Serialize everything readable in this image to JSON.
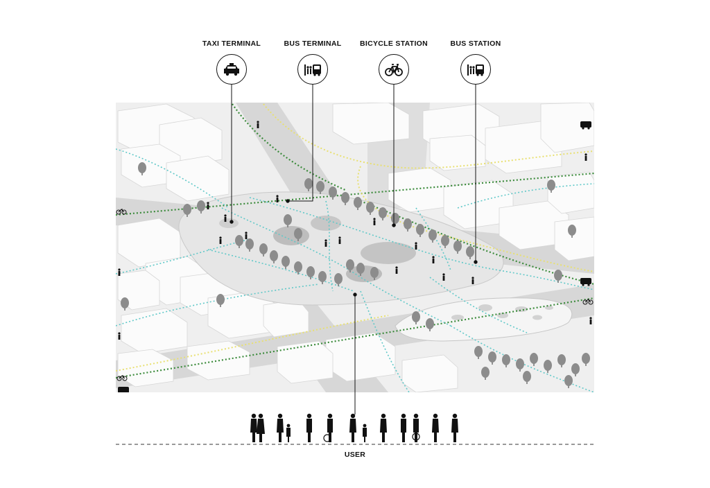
{
  "legend": {
    "taxi": {
      "label": "TAXI TERMINAL",
      "icon": "taxi-icon"
    },
    "bus_terminal": {
      "label": "BUS TERMINAL",
      "icon": "bus-terminal-icon"
    },
    "bicycle": {
      "label": "BICYCLE STATION",
      "icon": "bicycle-icon"
    },
    "bus_station": {
      "label": "BUS STATION",
      "icon": "bus-station-icon"
    }
  },
  "user_label": "USER",
  "colors": {
    "path_cyan": "#5fc8c8",
    "path_green": "#3a8a3a",
    "path_yellow": "#e8e070",
    "building": "#f2f2f2",
    "road": "#d9d9d9",
    "ink": "#111111"
  }
}
